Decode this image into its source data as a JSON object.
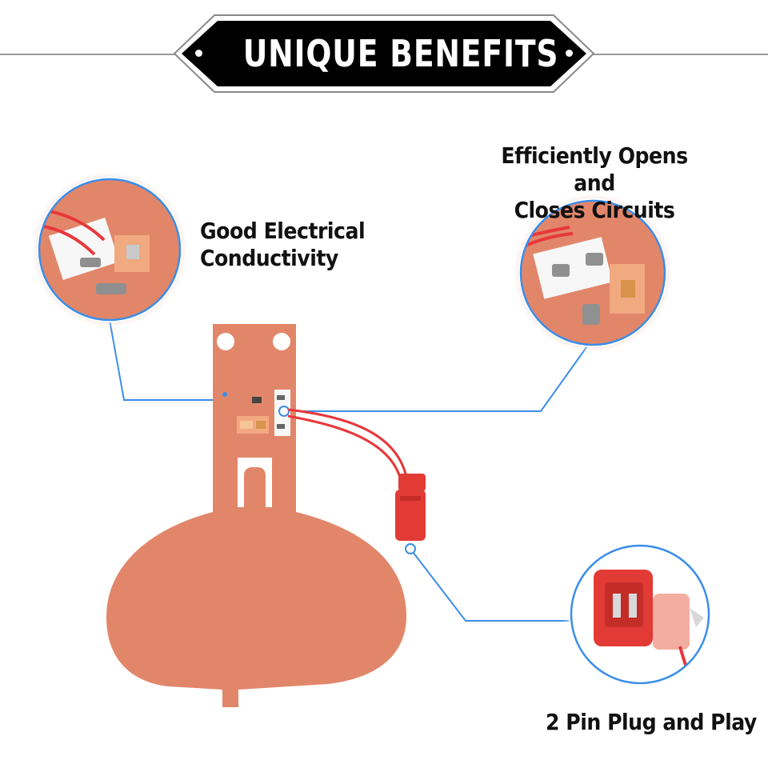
{
  "header": {
    "title": "UNIQUE BENEFITS"
  },
  "callouts": [
    {
      "line1": "Good Electrical",
      "line2": "Conductivity"
    },
    {
      "line1": "Efficiently Opens and",
      "line2": "Closes Circuits"
    },
    {
      "line1": "2 Pin Plug and Play"
    }
  ],
  "colors": {
    "accent_line": "#3b8ee8",
    "heater_pad": "#e2866a",
    "wire": "#e8373b",
    "connector": "#e23b35",
    "banner": "#000000"
  },
  "icons": [
    "heater-pad-icon",
    "wire-icon",
    "connector-plug-icon"
  ]
}
